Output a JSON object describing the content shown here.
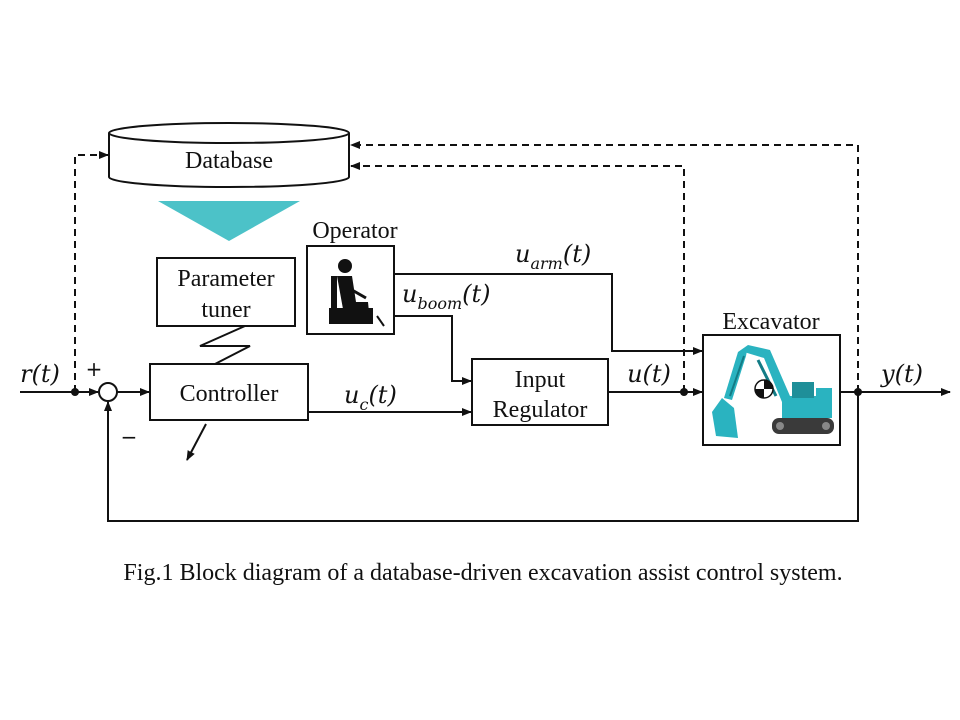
{
  "blocks": {
    "database": "Database",
    "parameter_tuner_line1": "Parameter",
    "parameter_tuner_line2": "tuner",
    "controller": "Controller",
    "operator": "Operator",
    "input_regulator_line1": "Input",
    "input_regulator_line2": "Regulator",
    "excavator": "Excavator"
  },
  "signals": {
    "reference": "r(t)",
    "output": "y(t)",
    "control_input": "u(t)",
    "uc_main": "u",
    "uc_sub": "c",
    "uc_arg": "(t)",
    "uarm_main": "u",
    "uarm_sub": "arm",
    "uarm_arg": "(t)",
    "uboom_main": "u",
    "uboom_sub": "boom",
    "uboom_arg": "(t)",
    "plus_sign": "+",
    "minus_sign": "−"
  },
  "caption": "Fig.1 Block diagram of a database-driven excavation assist control system.",
  "colors": {
    "line": "#111111",
    "arrow_teal": "#4cc2c8",
    "excavator_teal": "#2ab3c0",
    "background": "#ffffff"
  },
  "icons": {
    "operator": "seated-operator-icon",
    "excavator": "excavator-icon",
    "center_of_mass": "center-of-mass-icon"
  }
}
